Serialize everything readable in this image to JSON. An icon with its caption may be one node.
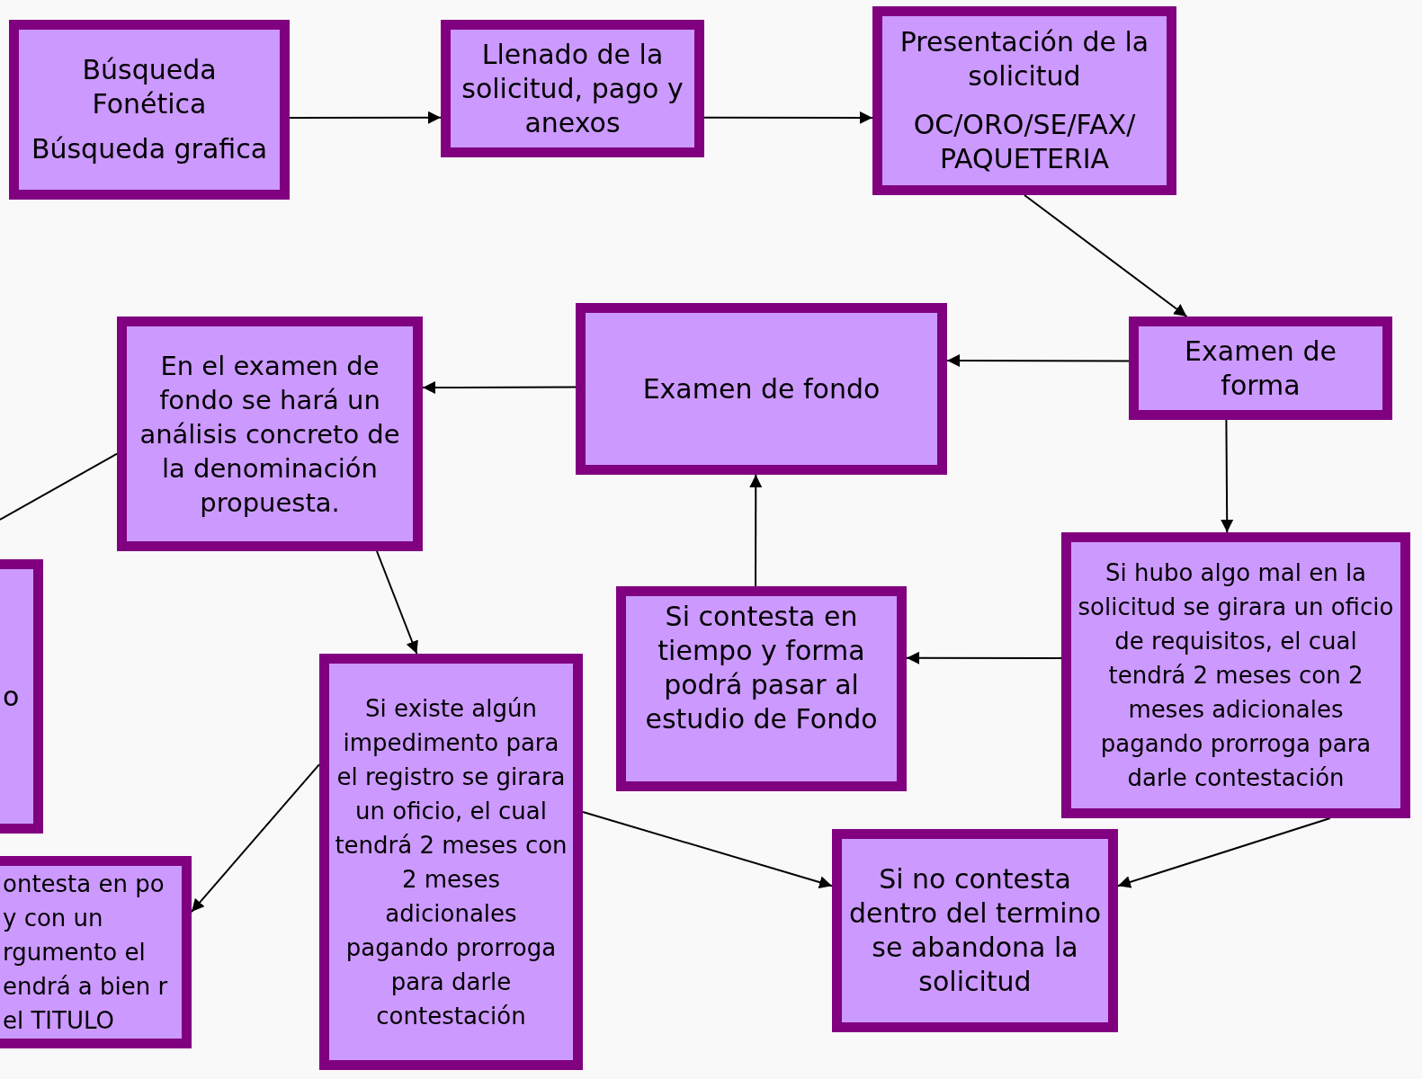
{
  "diagram": {
    "nodes": [
      {
        "text": [
          "Búsqueda Fonética",
          "Búsqueda grafica"
        ]
      },
      {
        "text": [
          "Llenado de la solicitud, pago y anexos"
        ]
      },
      {
        "text": [
          "Presentación de la solicitud",
          "OC/ORO/SE/FAX/ PAQUETERIA"
        ]
      },
      {
        "text": [
          "Examen de forma"
        ]
      },
      {
        "text": [
          "Examen de fondo"
        ]
      },
      {
        "text": [
          "En el examen de fondo se hará un análisis concreto de la denominación propuesta."
        ]
      },
      {
        "text": [
          "Si hubo algo mal en la solicitud se girara un oficio de requisitos, el cual tendrá 2 meses con 2 meses adicionales pagando prorroga para darle contestación"
        ]
      },
      {
        "text": [
          "Si contesta en tiempo y forma podrá pasar al estudio de Fondo"
        ]
      },
      {
        "text": [
          "o"
        ]
      },
      {
        "text": [
          "Si existe algún impedimento para el registro se girara un oficio, el cual tendrá 2 meses con 2 meses adicionales pagando prorroga para darle contestación"
        ]
      },
      {
        "text": [
          "ontesta en po y con un rgumento el endrá a bien r el TITULO"
        ]
      },
      {
        "text": [
          "Si no contesta dentro del termino se abandona la solicitud"
        ]
      }
    ],
    "edges": [
      {
        "from": 0,
        "to": 1,
        "arrow": "to"
      },
      {
        "from": 1,
        "to": 2,
        "arrow": "to"
      },
      {
        "from": 2,
        "to": 3,
        "arrow": "to"
      },
      {
        "from": 3,
        "to": 4,
        "arrow": "to"
      },
      {
        "from": 4,
        "to": 5,
        "arrow": "to"
      },
      {
        "from": 5,
        "to": 9,
        "arrow": "to"
      },
      {
        "from": 3,
        "to": 6,
        "arrow": "to"
      },
      {
        "from": 6,
        "to": 7,
        "arrow": "to"
      },
      {
        "from": 7,
        "to": 4,
        "arrow": "to"
      },
      {
        "from": 5,
        "to": null,
        "arrow": "none"
      },
      {
        "from": 9,
        "to": 10,
        "arrow": "to"
      },
      {
        "from": 9,
        "to": 11,
        "arrow": "to"
      },
      {
        "from": 6,
        "to": 11,
        "arrow": "to"
      }
    ]
  }
}
